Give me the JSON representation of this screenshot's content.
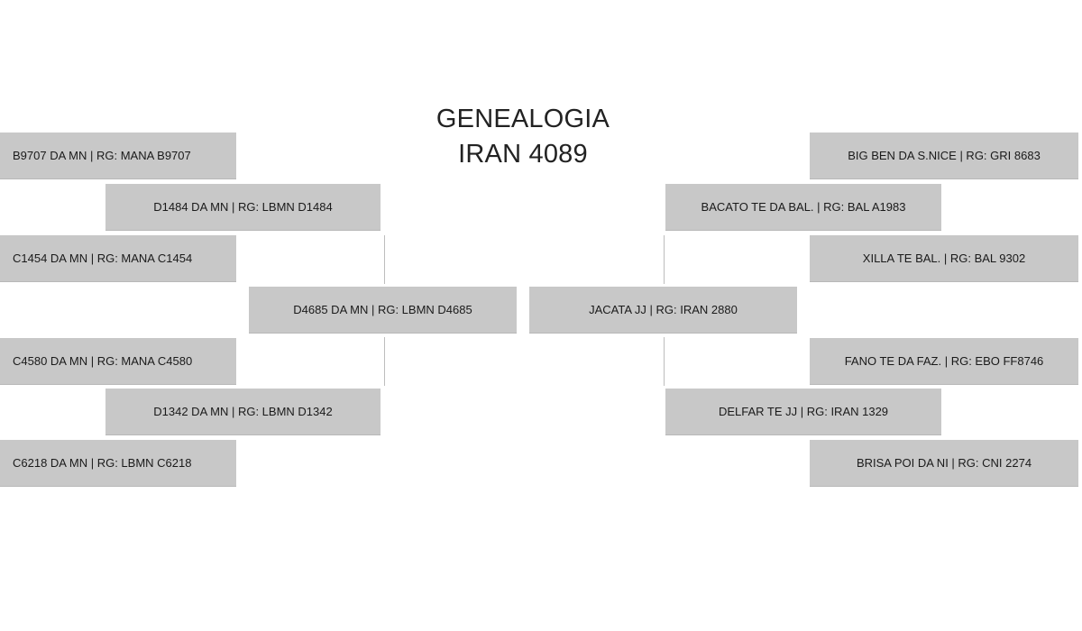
{
  "title": {
    "line1": "GENEALOGIA",
    "line2": "IRAN 4089"
  },
  "sire": {
    "name": "JACATA JJ | RG: IRAN 2880",
    "sire": {
      "name": "BACATO TE DA BAL. | RG: BAL A1983",
      "sire": "BIG BEN DA S.NICE | RG: GRI 8683",
      "dam": "XILLA TE BAL. | RG: BAL 9302"
    },
    "dam": {
      "name": "DELFAR TE JJ | RG: IRAN 1329",
      "sire": "FANO TE DA FAZ. | RG: EBO FF8746",
      "dam": "BRISA POI DA NI | RG: CNI 2274"
    }
  },
  "dam": {
    "name": "D4685 DA MN | RG: LBMN D4685",
    "sire": {
      "name": "D1484 DA MN | RG: LBMN D1484",
      "sire": "B9707 DA MN | RG: MANA B9707",
      "dam": "C1454 DA MN | RG: MANA C1454"
    },
    "dam": {
      "name": "D1342 DA MN | RG: LBMN D1342",
      "sire": "C4580 DA MN | RG: MANA C4580",
      "dam": "C6218 DA MN | RG: LBMN C6218"
    }
  }
}
